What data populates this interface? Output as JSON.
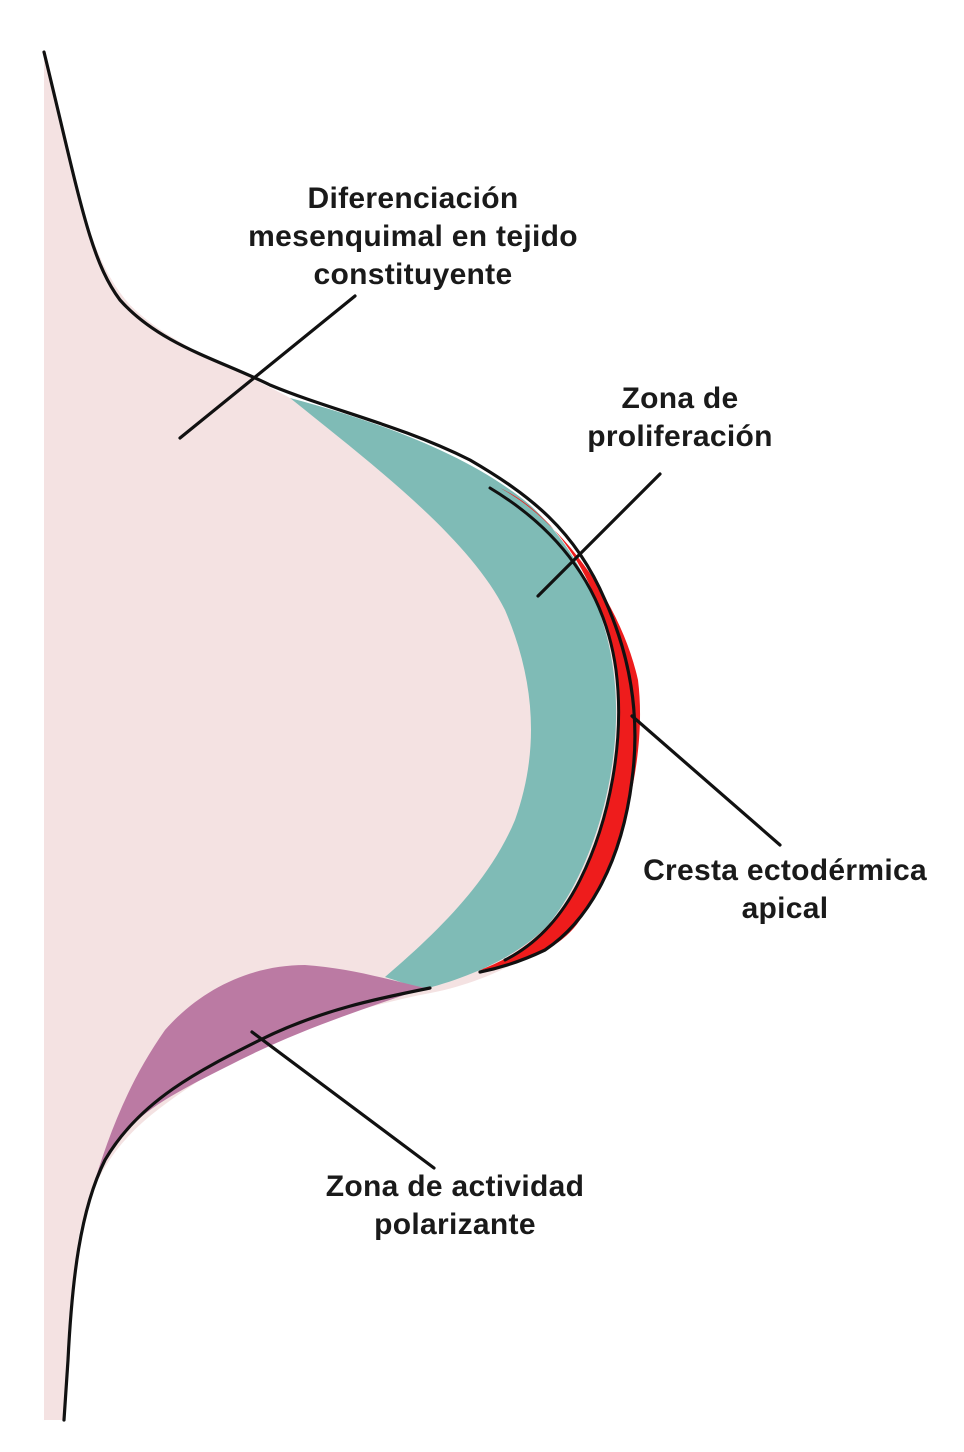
{
  "diagram": {
    "colors": {
      "mesenchyme": "#f4e2e2",
      "proliferation_zone": "#7fbbb6",
      "apical_ridge": "#ee1c1c",
      "polarizing_zone": "#bb7aa3",
      "outline": "#111111",
      "text": "#1a1a1a"
    },
    "labels": {
      "mesenchymal_differentiation": [
        "Diferenciación",
        "mesenquimal en tejido",
        "constituyente"
      ],
      "proliferation_zone": [
        "Zona de",
        "proliferación"
      ],
      "apical_ectodermal_ridge": [
        "Cresta ectodérmica",
        "apical"
      ],
      "polarizing_activity_zone": [
        "Zona de actividad",
        "polarizante"
      ]
    }
  }
}
